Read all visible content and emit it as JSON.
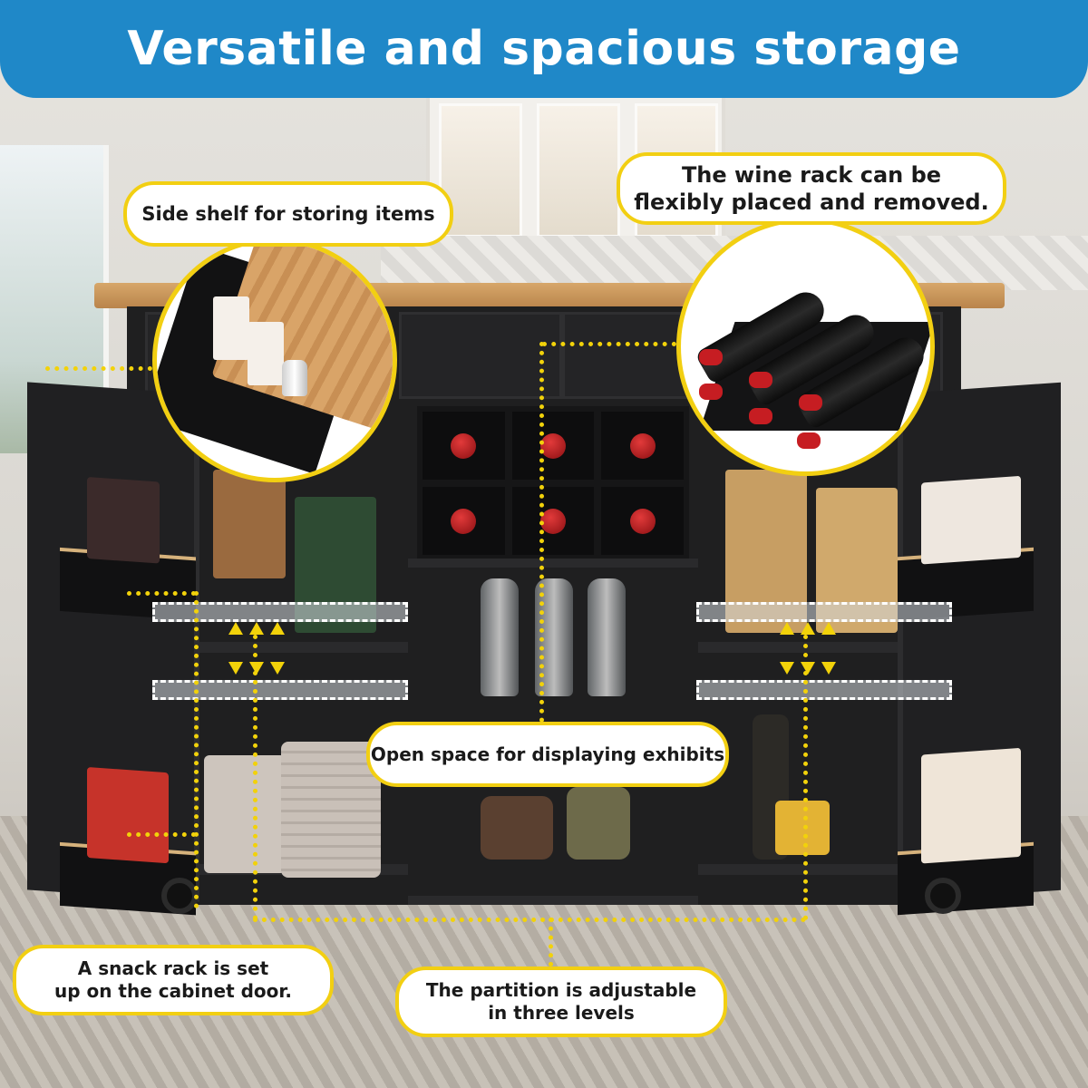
{
  "header": {
    "title": "Versatile and spacious storage"
  },
  "callouts": {
    "side_shelf": "Side shelf for storing items",
    "wine_rack": "The wine rack can be\nflexibly placed and removed.",
    "open_space": "Open space for displaying exhibits",
    "snack_rack": "A snack rack is set\nup on the cabinet door.",
    "partition": "The partition is adjustable\nin three levels"
  },
  "colors": {
    "header_blue": "#1f88c8",
    "callout_border": "#f2cf12",
    "leader_dots": "#f2d20a",
    "cabinet_black": "#1f1f20",
    "countertop_wood": "#c8925a"
  }
}
